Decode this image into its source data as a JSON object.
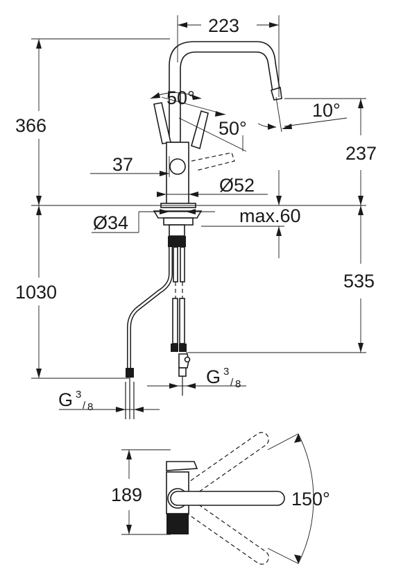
{
  "dimensions": {
    "spout_reach": "223",
    "total_height": "366",
    "lever_angle_top": "50°",
    "lever_angle_side": "50°",
    "spout_tilt": "10°",
    "spout_outlet_height": "237",
    "lever_offset": "37",
    "body_diameter": "Ø52",
    "hole_diameter": "Ø34",
    "max_deck_thickness": "max.60",
    "hose_length": "1030",
    "supply_length": "535",
    "connection_left": "G",
    "connection_right": "G",
    "connection_fraction_num": "3",
    "connection_fraction_den": "8",
    "base_depth": "189",
    "swivel_angle": "150°"
  }
}
